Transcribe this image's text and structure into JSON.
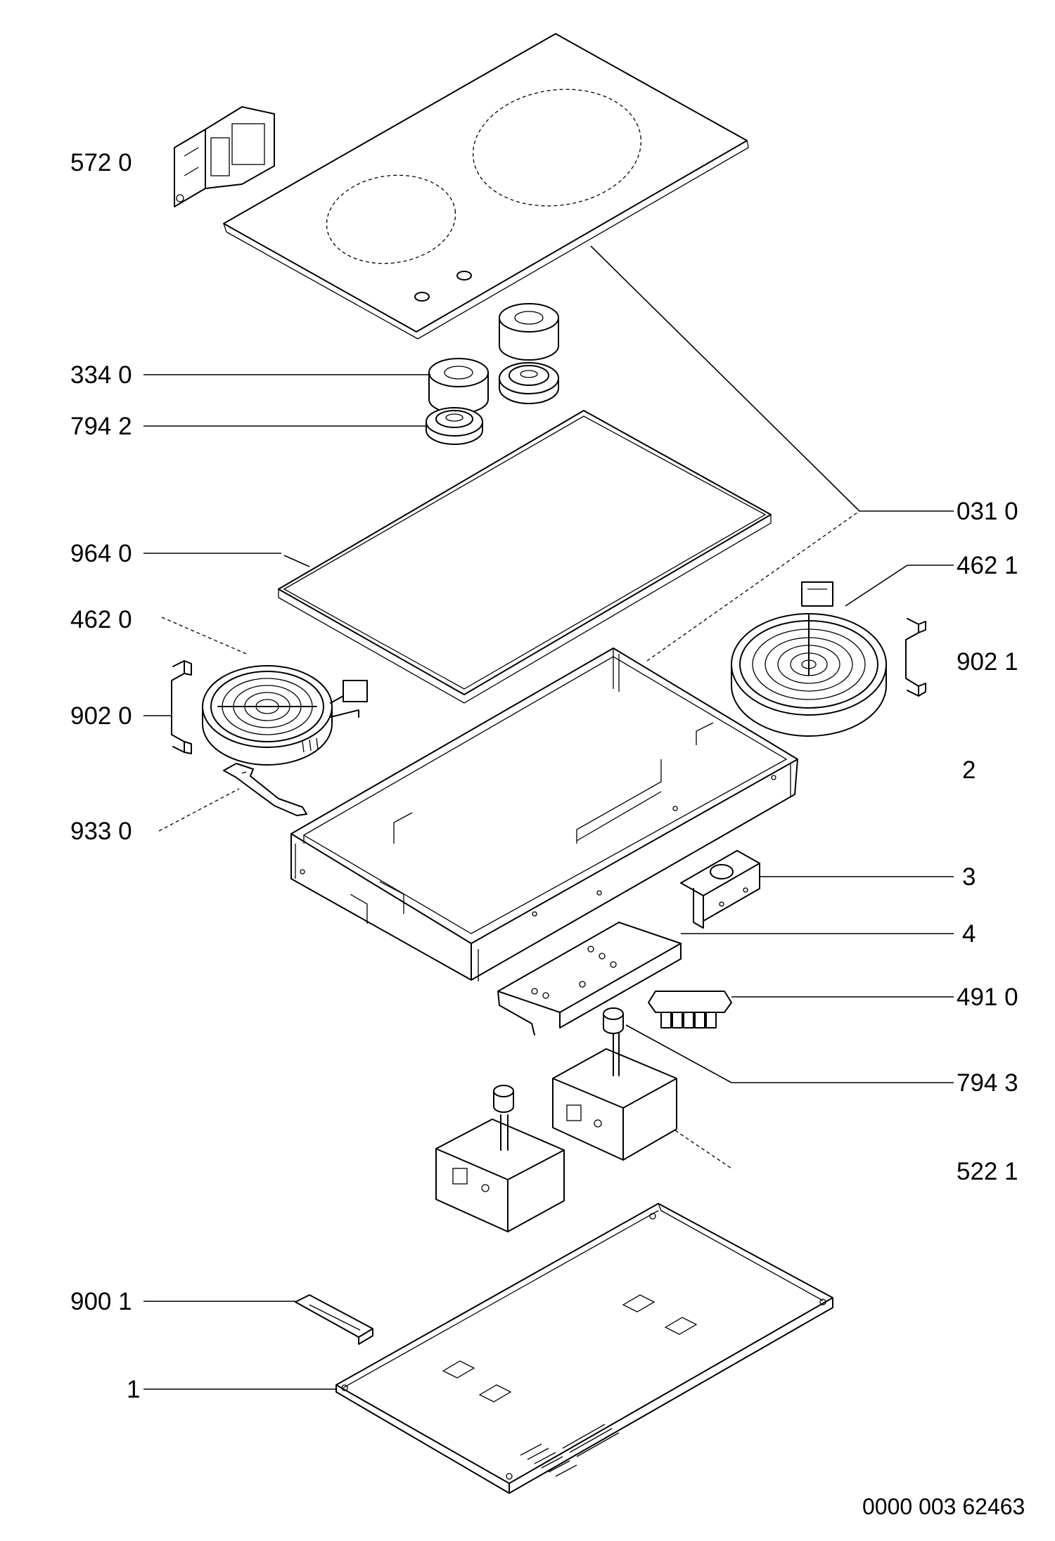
{
  "document_number": "0000 003 62463",
  "labels": [
    {
      "id": "p5720",
      "text": "572 0"
    },
    {
      "id": "p3340",
      "text": "334 0"
    },
    {
      "id": "p7942",
      "text": "794 2"
    },
    {
      "id": "p0310",
      "text": "031 0"
    },
    {
      "id": "p9640",
      "text": "964 0"
    },
    {
      "id": "p4621",
      "text": "462 1"
    },
    {
      "id": "p4620",
      "text": "462 0"
    },
    {
      "id": "p9021",
      "text": "902 1"
    },
    {
      "id": "p9020",
      "text": "902 0"
    },
    {
      "id": "p2",
      "text": "2"
    },
    {
      "id": "p9330",
      "text": "933 0"
    },
    {
      "id": "p3",
      "text": "3"
    },
    {
      "id": "p4",
      "text": "4"
    },
    {
      "id": "p4910",
      "text": "491 0"
    },
    {
      "id": "p7943",
      "text": "794 3"
    },
    {
      "id": "p5221",
      "text": "522 1"
    },
    {
      "id": "p9001",
      "text": "900 1"
    },
    {
      "id": "p1",
      "text": "1"
    }
  ]
}
